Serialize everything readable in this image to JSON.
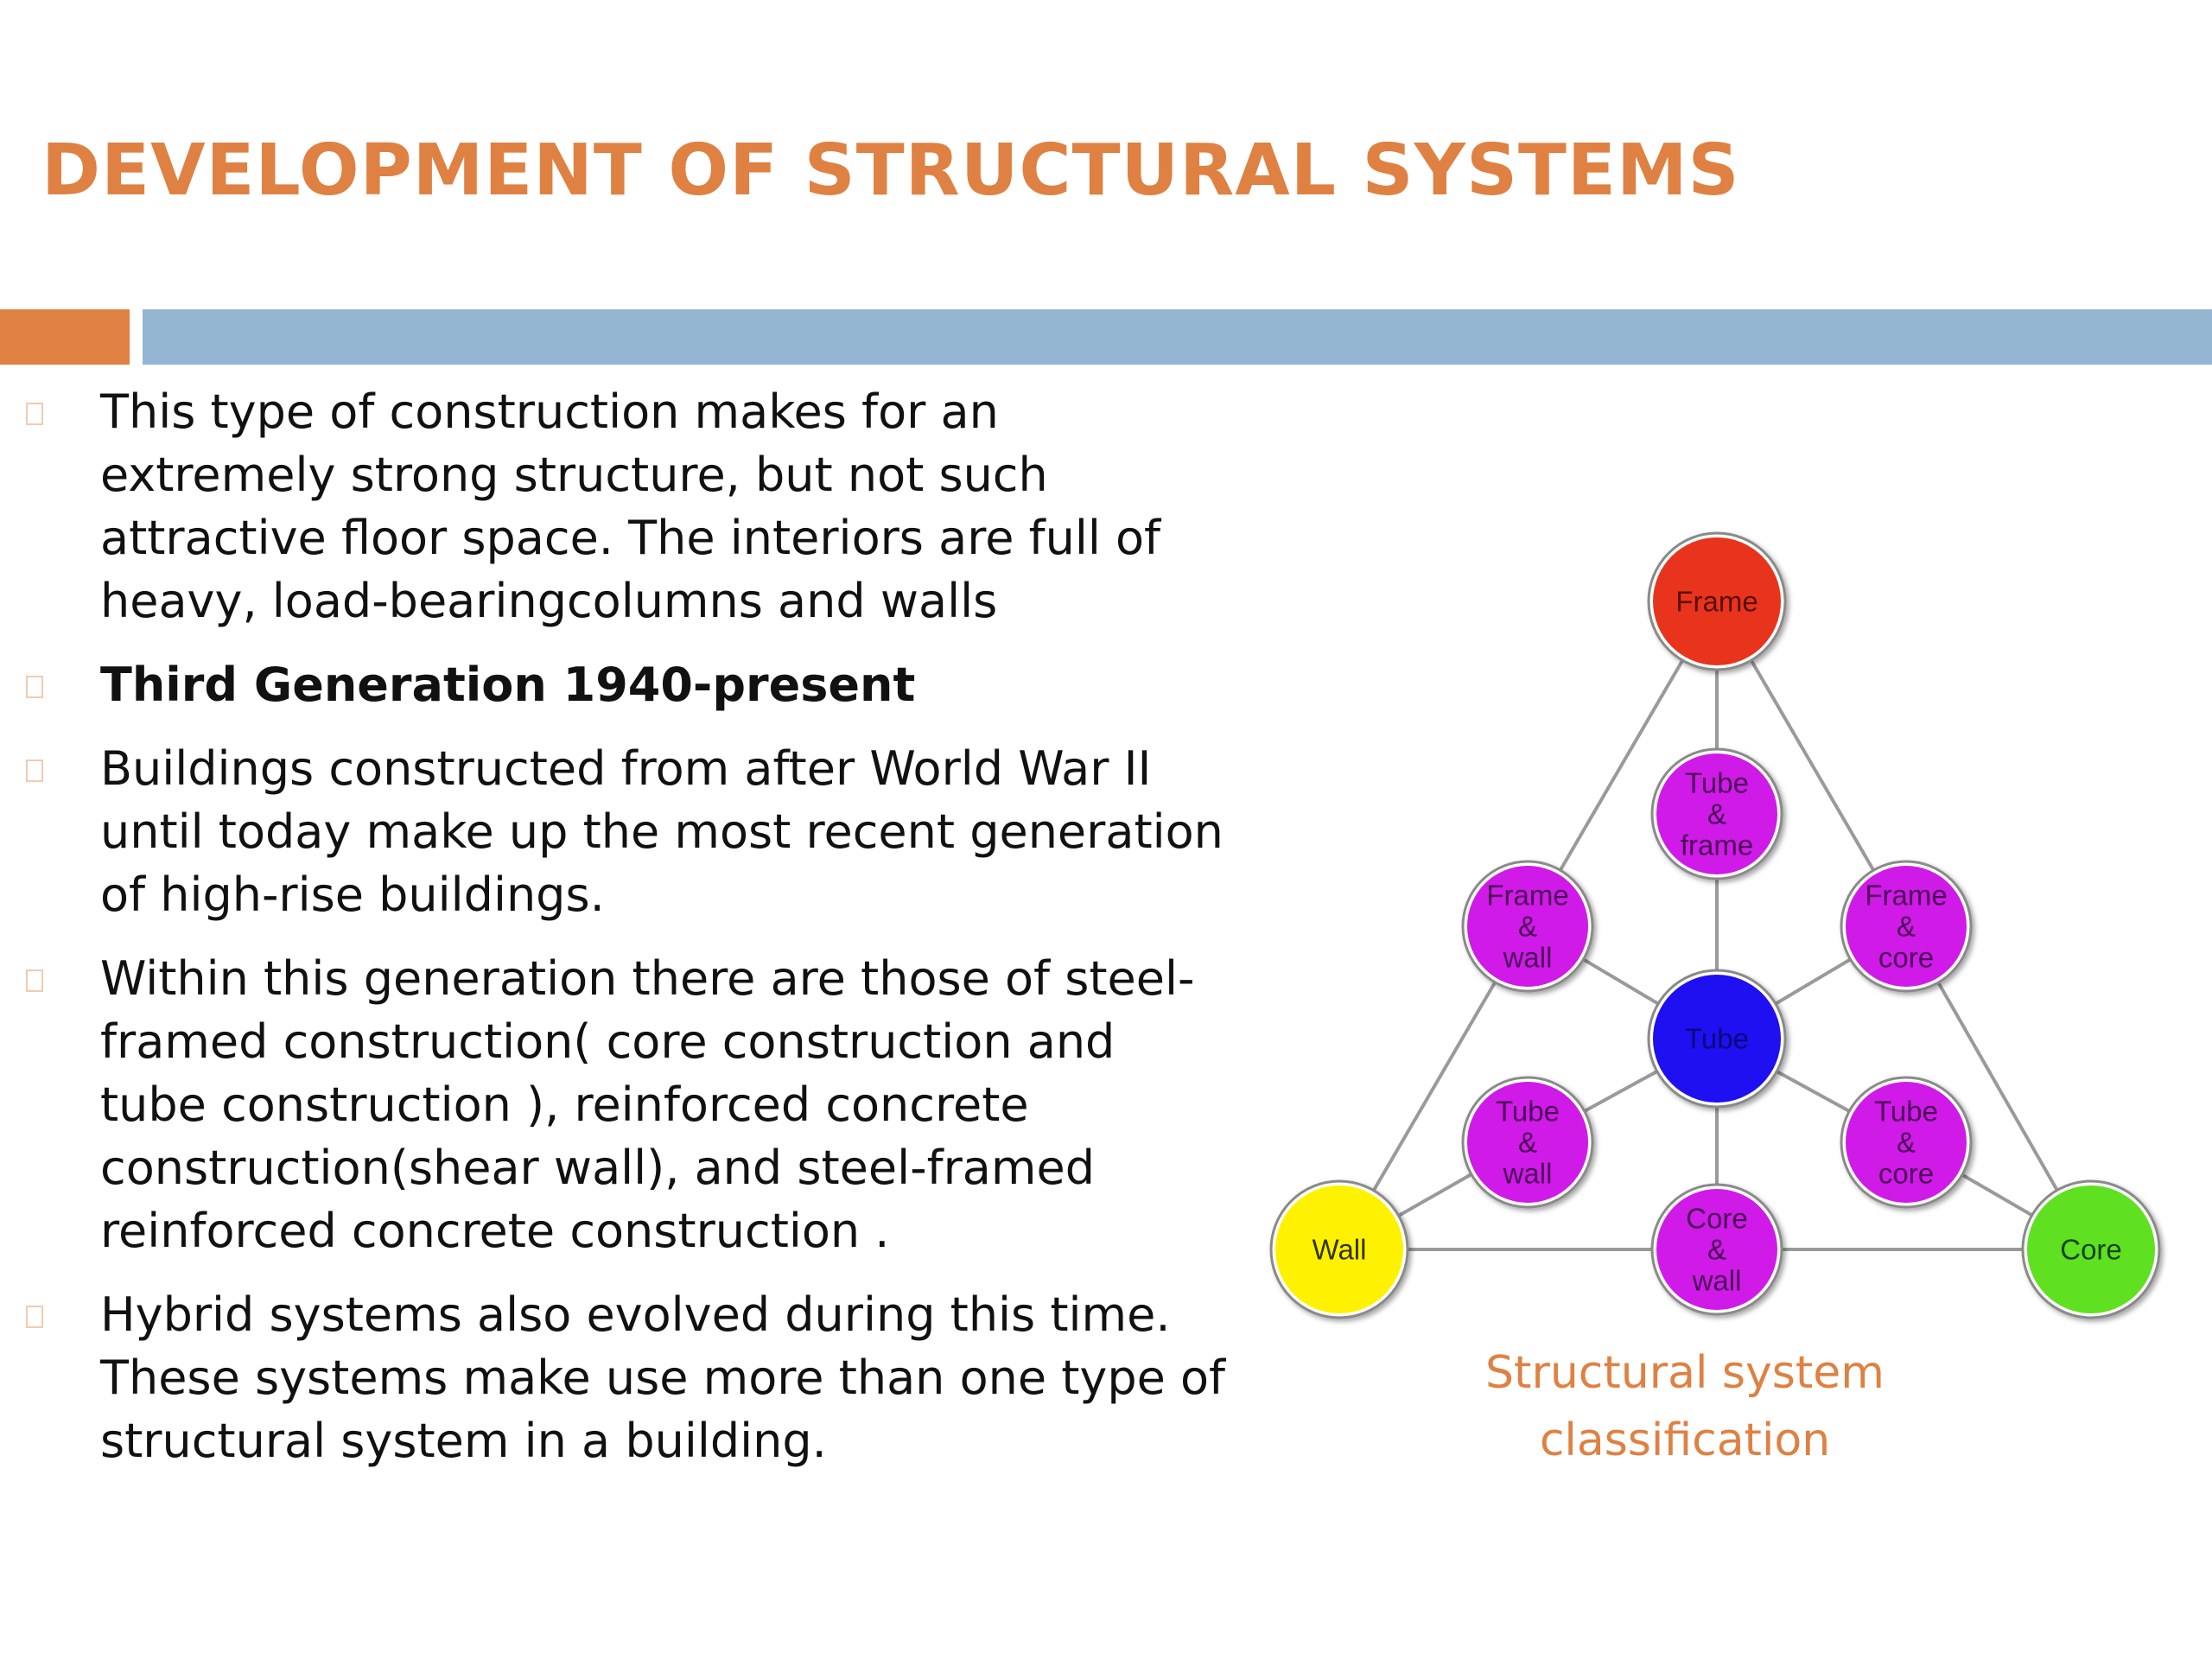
{
  "slide": {
    "title": "DEVELOPMENT OF STRUCTURAL SYSTEMS",
    "bullets": [
      {
        "text": "This type of construction makes for an extremely strong structure, but not such attractive floor space. The interiors are full of heavy, load-bearingcolumns and walls",
        "bold": false
      },
      {
        "text": "Third Generation 1940-present",
        "bold": true
      },
      {
        "text": "Buildings constructed from after World War II until today make up the most recent generation of high-rise buildings.",
        "bold": false
      },
      {
        "text": "Within this generation there are those of steel-framed construction( core construction and tube construction ), reinforced concrete construction(shear wall), and steel-framed reinforced concrete construction .",
        "bold": false
      },
      {
        "text": "Hybrid systems also evolved during this time. These systems make use more than one type of structural system in a building.",
        "bold": false
      }
    ]
  },
  "diagram": {
    "caption_line1": "Structural system",
    "caption_line2": "classification",
    "nodes": [
      {
        "id": "frame",
        "label": [
          "Frame"
        ],
        "color": "#e8341c"
      },
      {
        "id": "wall",
        "label": [
          "Wall"
        ],
        "color": "#fff200"
      },
      {
        "id": "core",
        "label": [
          "Core"
        ],
        "color": "#5fe020"
      },
      {
        "id": "tube",
        "label": [
          "Tube"
        ],
        "color": "#1e10f0"
      },
      {
        "id": "tube-frame",
        "label": [
          "Tube",
          "&",
          "frame"
        ],
        "color": "#d01ae8"
      },
      {
        "id": "frame-wall",
        "label": [
          "Frame",
          "&",
          "wall"
        ],
        "color": "#d01ae8"
      },
      {
        "id": "frame-core",
        "label": [
          "Frame",
          "&",
          "core"
        ],
        "color": "#d01ae8"
      },
      {
        "id": "tube-wall",
        "label": [
          "Tube",
          "&",
          "wall"
        ],
        "color": "#d01ae8"
      },
      {
        "id": "tube-core",
        "label": [
          "Tube",
          "&",
          "core"
        ],
        "color": "#d01ae8"
      },
      {
        "id": "core-wall",
        "label": [
          "Core",
          "&",
          "wall"
        ],
        "color": "#d01ae8"
      }
    ],
    "edges": [
      [
        "frame",
        "frame-wall"
      ],
      [
        "frame-wall",
        "wall"
      ],
      [
        "frame",
        "frame-core"
      ],
      [
        "frame-core",
        "core"
      ],
      [
        "wall",
        "core-wall"
      ],
      [
        "core-wall",
        "core"
      ],
      [
        "frame",
        "tube-frame"
      ],
      [
        "tube-frame",
        "tube"
      ],
      [
        "tube",
        "core-wall"
      ],
      [
        "frame-wall",
        "tube"
      ],
      [
        "tube",
        "frame-core"
      ],
      [
        "wall",
        "tube-wall"
      ],
      [
        "tube-wall",
        "tube"
      ],
      [
        "tube",
        "tube-core"
      ],
      [
        "tube-core",
        "core"
      ]
    ]
  }
}
